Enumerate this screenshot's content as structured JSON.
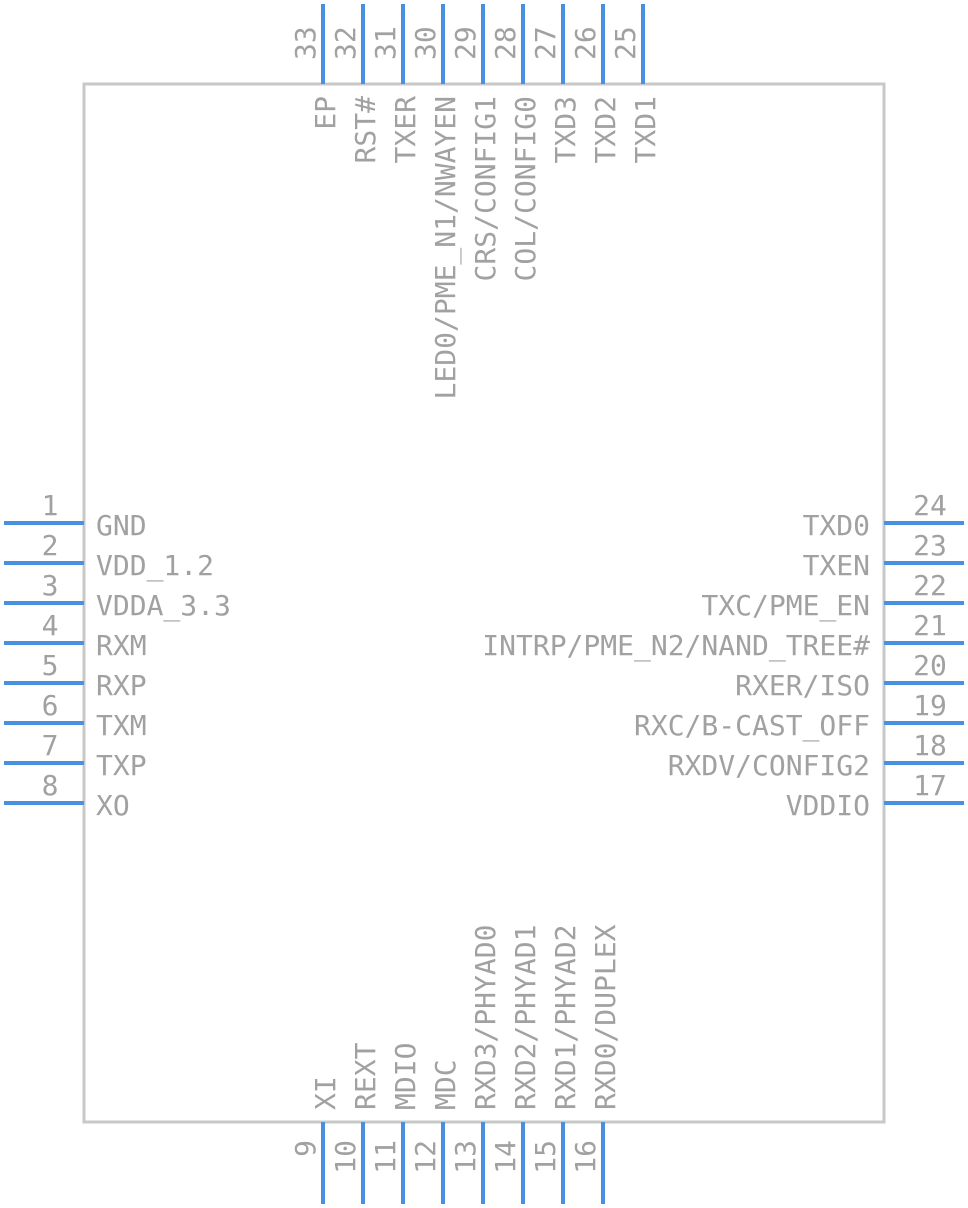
{
  "component": {
    "left_pins": [
      {
        "num": "1",
        "name": "GND"
      },
      {
        "num": "2",
        "name": "VDD_1.2"
      },
      {
        "num": "3",
        "name": "VDDA_3.3"
      },
      {
        "num": "4",
        "name": "RXM"
      },
      {
        "num": "5",
        "name": "RXP"
      },
      {
        "num": "6",
        "name": "TXM"
      },
      {
        "num": "7",
        "name": "TXP"
      },
      {
        "num": "8",
        "name": "XO"
      }
    ],
    "bottom_pins": [
      {
        "num": "9",
        "name": "XI"
      },
      {
        "num": "10",
        "name": "REXT"
      },
      {
        "num": "11",
        "name": "MDIO"
      },
      {
        "num": "12",
        "name": "MDC"
      },
      {
        "num": "13",
        "name": "RXD3/PHYAD0"
      },
      {
        "num": "14",
        "name": "RXD2/PHYAD1"
      },
      {
        "num": "15",
        "name": "RXD1/PHYAD2"
      },
      {
        "num": "16",
        "name": "RXD0/DUPLEX"
      }
    ],
    "right_pins": [
      {
        "num": "17",
        "name": "VDDIO"
      },
      {
        "num": "18",
        "name": "RXDV/CONFIG2"
      },
      {
        "num": "19",
        "name": "RXC/B-CAST_OFF"
      },
      {
        "num": "20",
        "name": "RXER/ISO"
      },
      {
        "num": "21",
        "name": "INTRP/PME_N2/NAND_TREE#"
      },
      {
        "num": "22",
        "name": "TXC/PME_EN"
      },
      {
        "num": "23",
        "name": "TXEN"
      },
      {
        "num": "24",
        "name": "TXD0"
      }
    ],
    "top_pins": [
      {
        "num": "25",
        "name": "TXD1"
      },
      {
        "num": "26",
        "name": "TXD2"
      },
      {
        "num": "27",
        "name": "TXD3"
      },
      {
        "num": "28",
        "name": "COL/CONFIG0"
      },
      {
        "num": "29",
        "name": "CRS/CONFIG1"
      },
      {
        "num": "30",
        "name": "LED0/PME_N1/NWAYEN"
      },
      {
        "num": "31",
        "name": "TXER"
      },
      {
        "num": "32",
        "name": "RST#"
      },
      {
        "num": "33",
        "name": "EP"
      }
    ]
  },
  "colors": {
    "pin": "#4a90e2",
    "text": "#a1a1a1",
    "body_outline": "#c8c8c8"
  }
}
